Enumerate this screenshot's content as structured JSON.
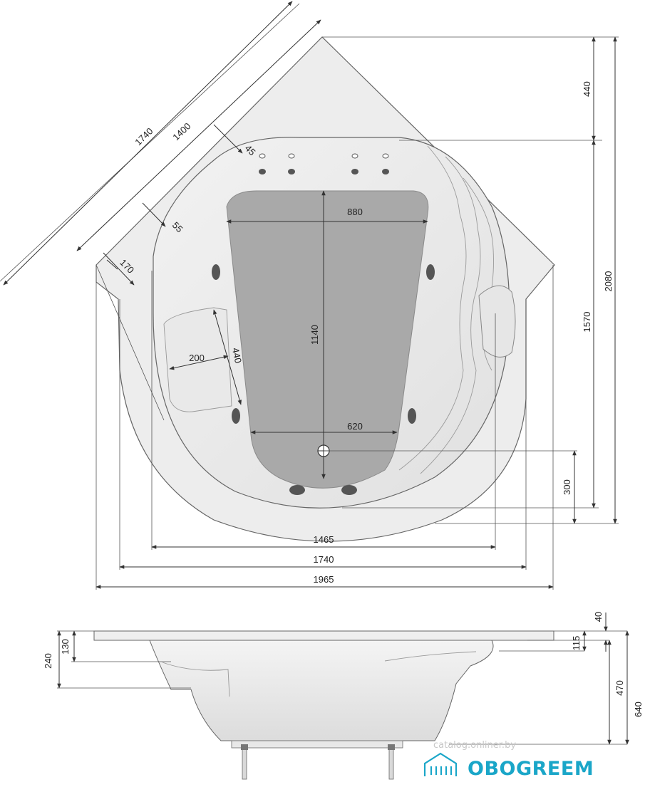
{
  "plan_dimensions": {
    "diag_total": "1740",
    "diag_inner": "1400",
    "corner_45": "45",
    "corner_55": "55",
    "corner_170": "170",
    "inner_length": "880",
    "inner_height": "1140",
    "seat_width": "200",
    "seat_depth": "440",
    "bottom_width": "620",
    "drain_offset": "300",
    "top_offset": "440",
    "depth_1570": "1570",
    "depth_2080": "2080",
    "width_1465": "1465",
    "width_1740": "1740",
    "width_1965": "1965"
  },
  "side_dimensions": {
    "d40": "40",
    "d115": "115",
    "d130": "130",
    "d240": "240",
    "d470": "470",
    "d640": "640"
  },
  "watermark": "catalog.onliner.by",
  "brand": {
    "name": "OBOGREEM",
    "color": "#1aa6c8"
  }
}
